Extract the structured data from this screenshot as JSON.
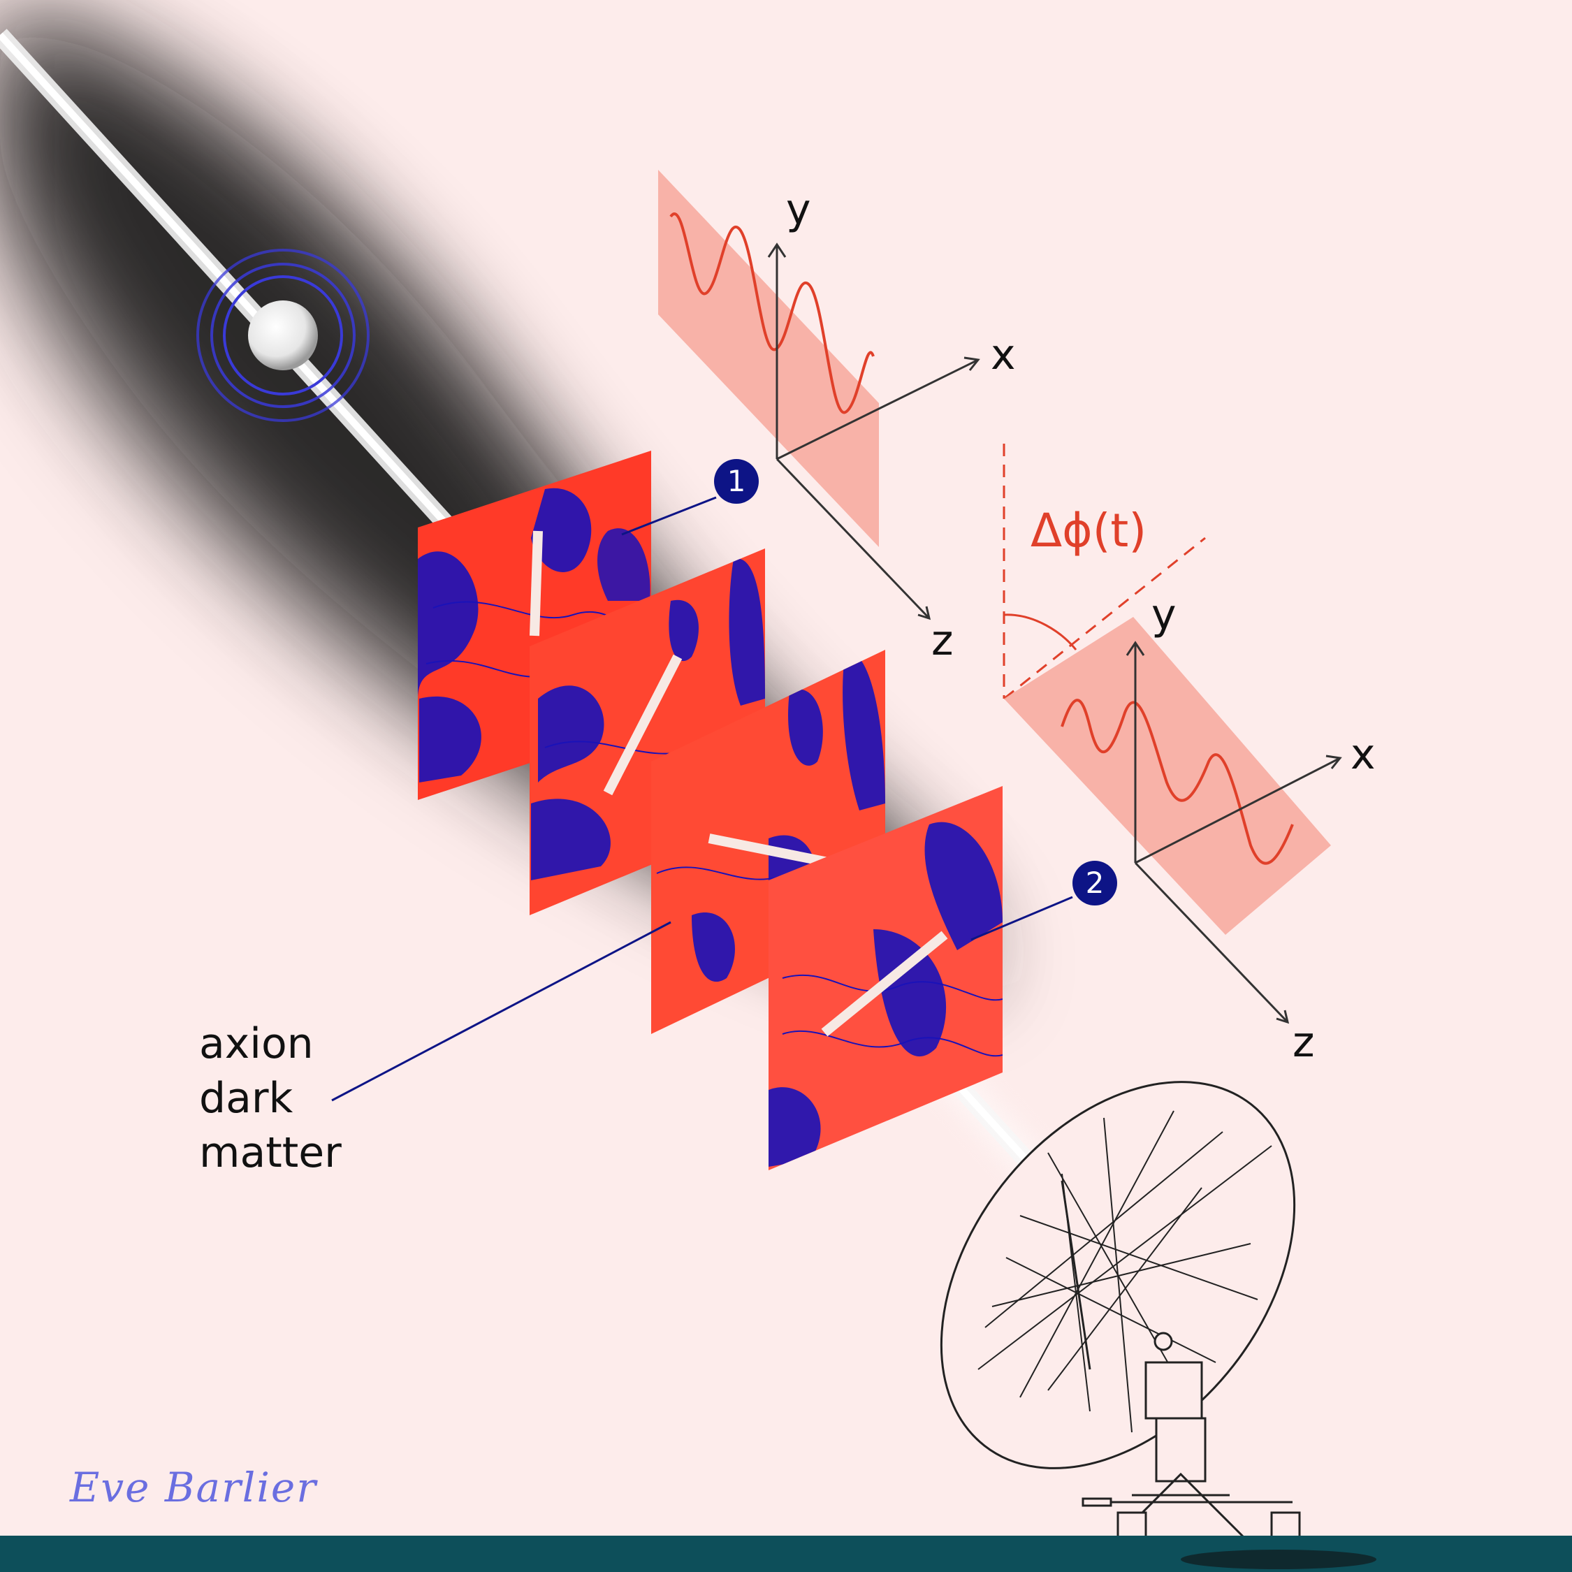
{
  "axes_top": {
    "y": "y",
    "x": "x",
    "z": "z"
  },
  "axes_bottom": {
    "y": "y",
    "x": "x",
    "z": "z"
  },
  "phase_label": "Δϕ(t)",
  "markers": {
    "one": "1",
    "two": "2"
  },
  "axion_label": "axion\ndark\nmatter",
  "signature": "Eve Barlier",
  "colors": {
    "background": "#fdeceb",
    "ground": "#0d4f5a",
    "patch_red": "#ff3a28",
    "patch_blue": "#1a12b8",
    "wave_panel": "#f7a89c",
    "wave_line": "#e0402a",
    "marker": "#0d1486",
    "shadow": "#111111"
  },
  "icons": [
    "pulsar-icon",
    "radio-telescope-icon"
  ]
}
